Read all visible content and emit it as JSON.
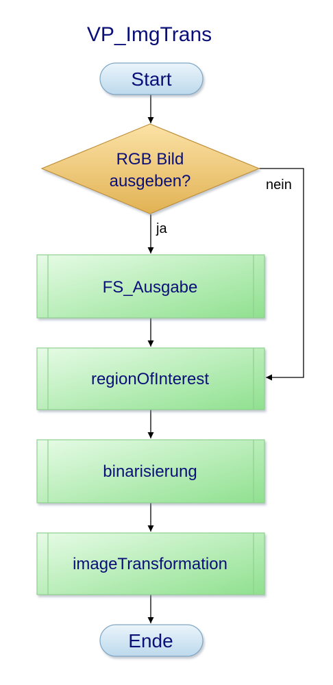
{
  "diagram": {
    "title": "VP_ImgTrans",
    "start_label": "Start",
    "end_label": "Ende",
    "decision": {
      "line1": "RGB Bild",
      "line2": "ausgeben?",
      "yes_label": "ja",
      "no_label": "nein"
    },
    "steps": [
      {
        "label": "FS_Ausgabe"
      },
      {
        "label": "regionOfInterest"
      },
      {
        "label": "binarisierung"
      },
      {
        "label": "imageTransformation"
      }
    ]
  },
  "colors": {
    "title_text": "#0a0f78",
    "node_text": "#0a0f78",
    "edge": "#000000",
    "terminal_fill_top": "#eaf4fb",
    "terminal_fill_bottom": "#bcd9ec",
    "terminal_stroke": "#7fa6c4",
    "decision_fill_top": "#fbe2a6",
    "decision_fill_bottom": "#e1b254",
    "decision_stroke": "#bf8f3a",
    "process_fill_top": "#e6fbe6",
    "process_fill_bottom": "#8fe08f",
    "process_stroke": "#8fcf8f"
  }
}
